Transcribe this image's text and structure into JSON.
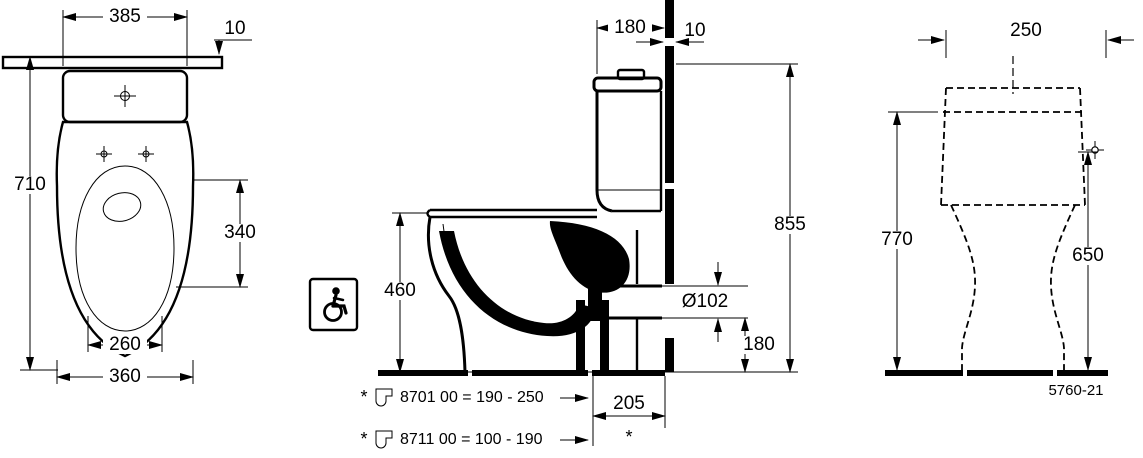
{
  "colors": {
    "line": "#000000",
    "background": "#ffffff"
  },
  "drawing": {
    "views": {
      "top": {
        "dim_width_top": "385",
        "dim_lid_gap": "10",
        "dim_depth": "710",
        "dim_opening_length": "340",
        "dim_seat_inner_width": "260",
        "dim_bowl_width": "360"
      },
      "side": {
        "dim_tank_depth": "180",
        "dim_wall_thickness": "10",
        "dim_total_height": "855",
        "dim_seat_height": "460",
        "dim_outlet_diameter": "Ø102",
        "dim_outlet_height": "180",
        "dim_outlet_offset": "205",
        "outlet_offset_note_mark": "*",
        "notes": [
          {
            "mark": "*",
            "text": "8701 00 = 190 - 250"
          },
          {
            "mark": "*",
            "text": "8711 00 = 100 - 190"
          }
        ]
      },
      "rear": {
        "dim_width": "250",
        "dim_height_left": "770",
        "dim_height_right": "650",
        "model_number": "5760-21"
      }
    }
  }
}
